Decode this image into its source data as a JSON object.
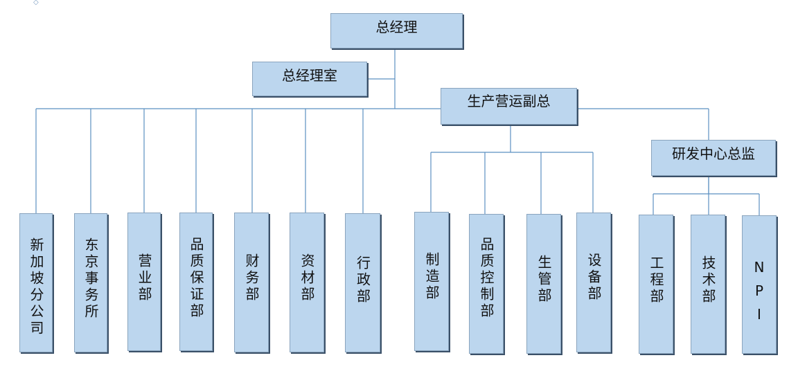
{
  "top": {
    "gm": "总经理",
    "gm_office": "总经理室"
  },
  "managers": {
    "ops_vp": "生产营运副总",
    "rnd_director": "研发中心总监"
  },
  "gm_departments": [
    {
      "id": "singapore",
      "label": "新加坡分公司"
    },
    {
      "id": "tokyo",
      "label": "东京事务所"
    },
    {
      "id": "sales",
      "label": "营业部"
    },
    {
      "id": "qa",
      "label": "品质保证部"
    },
    {
      "id": "finance",
      "label": "财务部"
    },
    {
      "id": "materials",
      "label": "资材部"
    },
    {
      "id": "admin",
      "label": "行政部"
    }
  ],
  "ops_departments": [
    {
      "id": "manufacturing",
      "label": "制造部"
    },
    {
      "id": "qc",
      "label": "品质控制部"
    },
    {
      "id": "production-mgmt",
      "label": "生管部"
    },
    {
      "id": "equipment",
      "label": "设备部"
    }
  ],
  "rnd_departments": [
    {
      "id": "engineering",
      "label": "工程部"
    },
    {
      "id": "technology",
      "label": "技术部"
    },
    {
      "id": "npi",
      "label": "NPI"
    }
  ],
  "colors": {
    "box_fill": "#bcd6ee",
    "box_border": "#8aa4bd",
    "shadow": "#3a5068",
    "connector": "#5b8fc0"
  }
}
